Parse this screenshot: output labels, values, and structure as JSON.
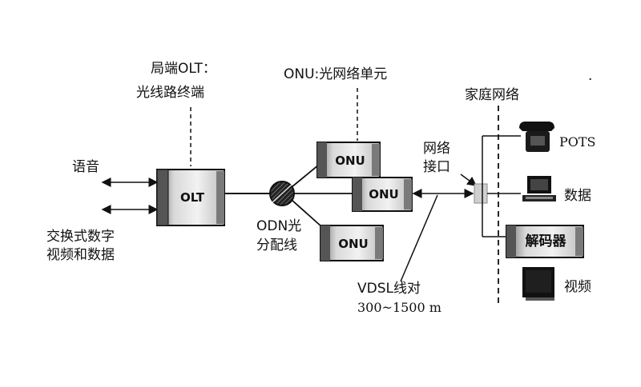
{
  "labels": {
    "olt_title_line1": "局端OLT：",
    "olt_title_line2": "光线路终端",
    "onu_title": "ONU:光网络单元",
    "home_network": "家庭网络",
    "voice": "语音",
    "switched_data_line1": "交换式数字",
    "switched_data_line2": "视频和数据",
    "odn_line1": "ODN光",
    "odn_line2": "分配线",
    "net_if_line1": "网络",
    "net_if_line2": "接口",
    "vdsl_line1": "VDSL线对",
    "vdsl_line2": "300~1500 m",
    "pots": "POTS",
    "data": "数据",
    "decoder": "解码器",
    "video": "视频",
    "dot": "."
  },
  "boxes": {
    "olt": "OLT",
    "onu_top": "ONU",
    "onu_mid": "ONU",
    "onu_bot": "ONU"
  },
  "colors": {
    "ink": "#111111",
    "box_fill_light": "#e6e6e6",
    "box_fill_dark": "#8c8c8c"
  }
}
